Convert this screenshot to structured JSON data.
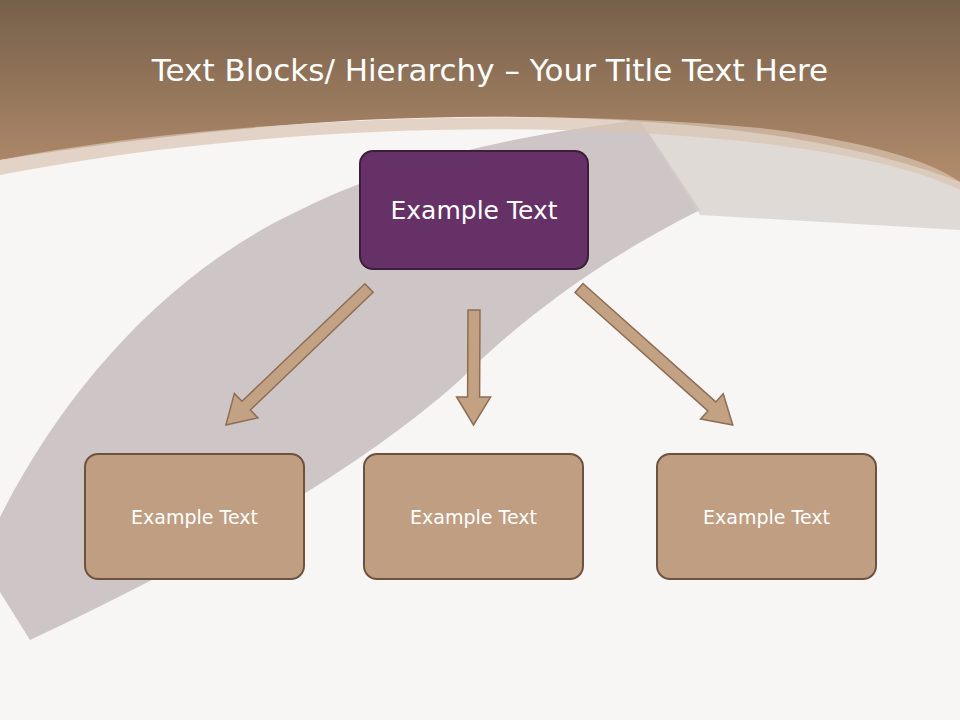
{
  "diagram": {
    "title": "Text Blocks/ Hierarchy – Your Title Text Here",
    "nodes": [
      {
        "text": [
          "Example Text"
        ]
      },
      {
        "text": [
          "Example Text"
        ]
      },
      {
        "text": [
          "Example Text"
        ]
      },
      {
        "text": [
          "Example Text"
        ]
      }
    ],
    "edges": [
      {
        "from": 0,
        "to": 1,
        "arrow": "to"
      },
      {
        "from": 0,
        "to": 2,
        "arrow": "to"
      },
      {
        "from": 0,
        "to": 3,
        "arrow": "to"
      }
    ]
  }
}
